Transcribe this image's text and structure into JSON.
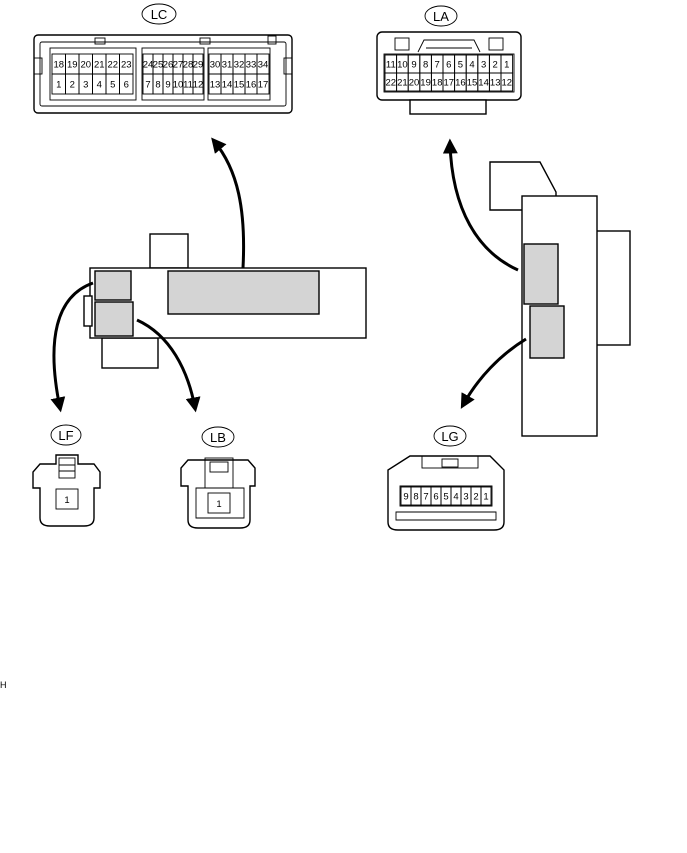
{
  "connectors": {
    "LC": {
      "label": "LC",
      "blocks": [
        {
          "top": [
            "18",
            "19",
            "20",
            "21",
            "22",
            "23"
          ],
          "bottom": [
            "1",
            "2",
            "3",
            "4",
            "5",
            "6"
          ]
        },
        {
          "top": [
            "24",
            "25",
            "26",
            "27",
            "28",
            "29"
          ],
          "bottom": [
            "7",
            "8",
            "9",
            "10",
            "11",
            "12"
          ]
        },
        {
          "top": [
            "30",
            "31",
            "32",
            "33",
            "34"
          ],
          "bottom": [
            "13",
            "14",
            "15",
            "16",
            "17"
          ]
        }
      ]
    },
    "LA": {
      "label": "LA",
      "top": [
        "11",
        "10",
        "9",
        "8",
        "7",
        "6",
        "5",
        "4",
        "3",
        "2",
        "1"
      ],
      "bottom": [
        "22",
        "21",
        "20",
        "19",
        "18",
        "17",
        "16",
        "15",
        "14",
        "13",
        "12"
      ]
    },
    "LF": {
      "label": "LF",
      "pins": [
        "1"
      ]
    },
    "LB": {
      "label": "LB",
      "pins": [
        "1"
      ]
    },
    "LG": {
      "label": "LG",
      "pins": [
        "9",
        "8",
        "7",
        "6",
        "5",
        "4",
        "3",
        "2",
        "1"
      ]
    }
  },
  "footer_mark": "H"
}
